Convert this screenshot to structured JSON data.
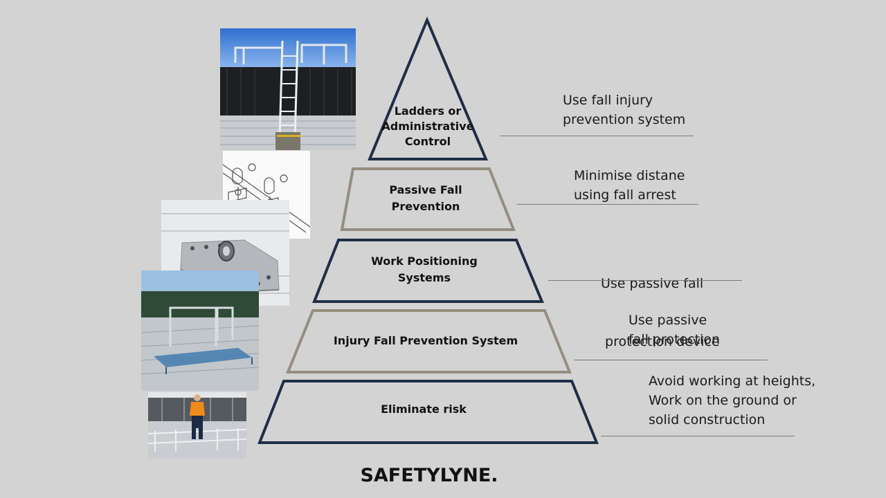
{
  "tiers": [
    {
      "label": "Ladders or Administrative Control",
      "lines": [
        "Ladders or",
        "Administrative",
        "Control"
      ],
      "outline": "#1f2e45"
    },
    {
      "label": "Passive Fall Prevention",
      "lines": [
        "Passive Fall",
        "Prevention"
      ],
      "outline": "#958e80"
    },
    {
      "label": "Work Positioning Systems",
      "lines": [
        "Work Positioning",
        "Systems"
      ],
      "outline": "#1f2e45"
    },
    {
      "label": "Injury Fall Prevention System",
      "lines": [
        "Injury Fall Prevention System"
      ],
      "outline": "#958e80"
    },
    {
      "label": "Eliminate risk",
      "lines": [
        "Eliminate risk"
      ],
      "outline": "#1f2e45"
    }
  ],
  "notes": [
    {
      "lines": [
        "Use fall injury",
        "prevention system"
      ]
    },
    {
      "lines": [
        "Minimise distane",
        "using fall arrest"
      ]
    },
    {
      "lines": [
        "Use passive fall",
        " protection device"
      ]
    },
    {
      "lines": [
        "Use passive",
        "fall protection"
      ]
    },
    {
      "lines": [
        "Avoid working at heights,",
        "Work on the ground or",
        "solid construction"
      ]
    }
  ],
  "photos": [
    {
      "name": "roof-ladder-photo"
    },
    {
      "name": "anchor-bracket-drawing"
    },
    {
      "name": "roof-anchor-plate-photo"
    },
    {
      "name": "roof-walkway-photo"
    },
    {
      "name": "worker-on-platform-photo"
    }
  ],
  "logo": "SAFETYLYNE."
}
